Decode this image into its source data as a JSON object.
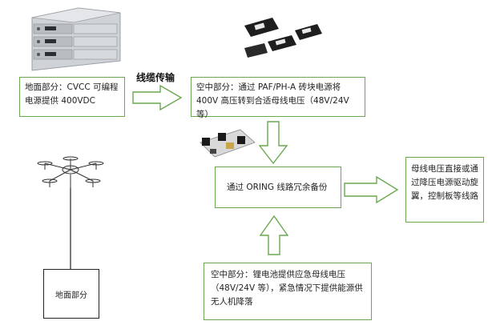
{
  "nodes": {
    "ground_supply": "地面部分：CVCC 可编程电源提供 400VDC",
    "air_converter": "空中部分：通过 PAF/PH-A 砖块电源将 400V 高压转到合适母线电压（48V/24V 等）",
    "oring": "通过 ORING 线路冗余备份",
    "bus_output": "母线电压直接或通过降压电源驱动旋翼，控制板等线路",
    "battery": "空中部分：锂电池提供应急母线电压（48V/24V 等），紧急情况下提供能源供无人机降落",
    "ground_station": "地面部分"
  },
  "labels": {
    "cable": "线缆传输"
  },
  "icons": {
    "supply_rack": "power-supply-rack-icon",
    "brick_modules": "brick-power-modules-icon",
    "oring_board": "oring-board-icon",
    "drone": "drone-icon"
  },
  "colors": {
    "box_border": "#6aa84f",
    "arrow_border": "#6aa84f"
  }
}
